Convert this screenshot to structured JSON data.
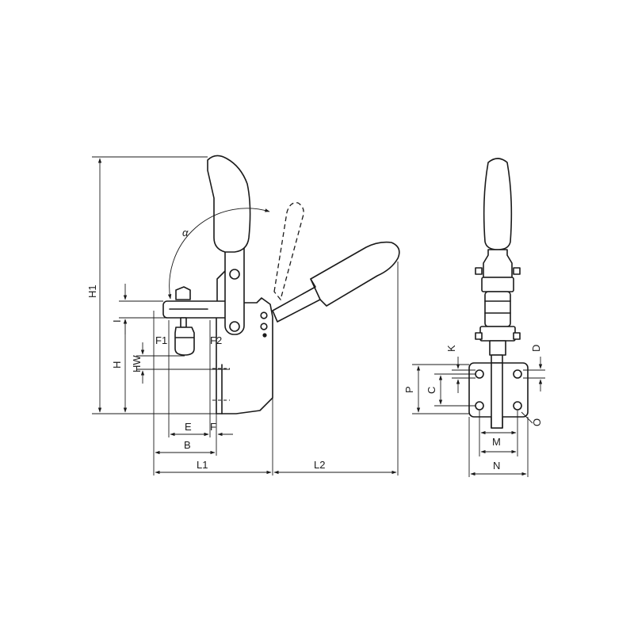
{
  "side_view": {
    "labels": {
      "H1": "H1",
      "I": "I",
      "H": "H",
      "HW": "HW",
      "F1": "F1",
      "F2": "F2",
      "E": "E",
      "F": "F",
      "B": "B",
      "L1": "L1",
      "L2": "L2",
      "alpha": "α"
    }
  },
  "front_view": {
    "labels": {
      "K": "K",
      "D": "D",
      "P": "P",
      "C": "C",
      "O": "O",
      "M": "M",
      "N": "N"
    }
  }
}
